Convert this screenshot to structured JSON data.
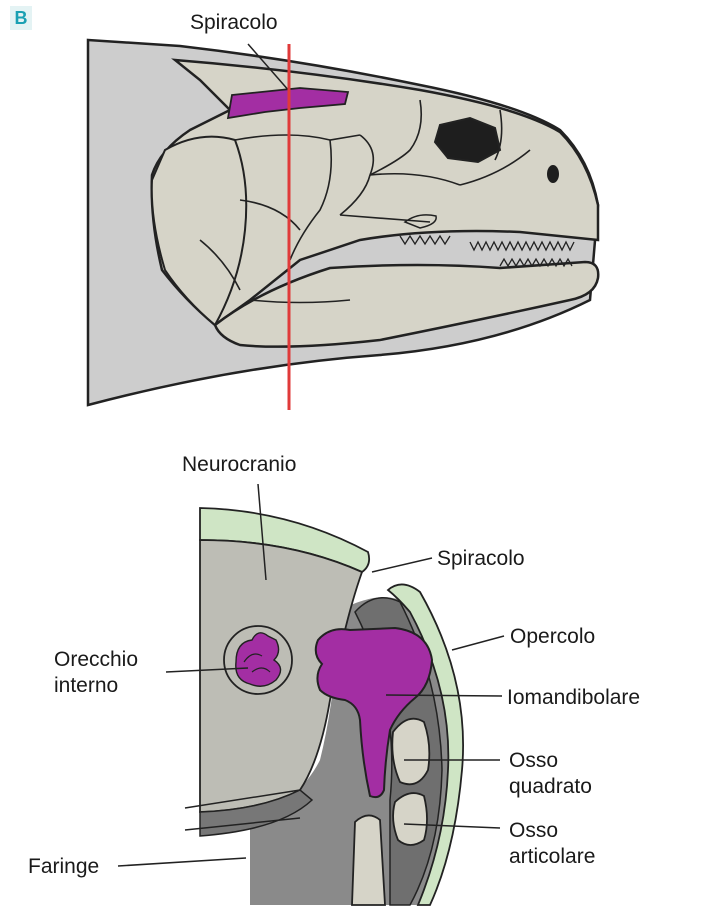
{
  "panel_letter": "B",
  "top_figure": {
    "labels": {
      "spiracle": "Spiracolo"
    }
  },
  "bottom_figure": {
    "labels": {
      "neurocranium": "Neurocranio",
      "spiracle": "Spiracolo",
      "operculum": "Opercolo",
      "inner_ear_line1": "Orecchio",
      "inner_ear_line2": "interno",
      "hyomandibular": "Iomandibolare",
      "quadrate_line1": "Osso",
      "quadrate_line2": "quadrato",
      "articular_line1": "Osso",
      "articular_line2": "articolare",
      "pharynx": "Faringe"
    }
  },
  "colors": {
    "bone": "#d6d4c8",
    "body_gray": "#cdcdcd",
    "dark_gray": "#8a8a8a",
    "purple": "#a32ea3",
    "green": "#cfe5c5",
    "section_line": "#e03a3a",
    "eye": "#1e1e1e"
  }
}
